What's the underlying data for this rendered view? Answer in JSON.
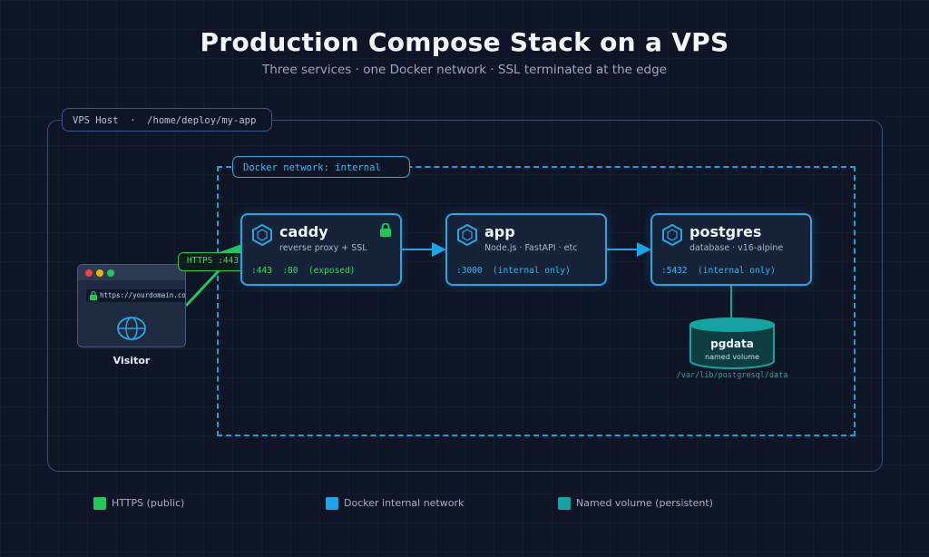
{
  "header": {
    "title": "Production Compose Stack on a VPS",
    "subtitle": "Three services · one Docker network · SSL terminated at the edge"
  },
  "host": {
    "label": "VPS Host  ·  /home/deploy/my-app"
  },
  "network": {
    "label": "Docker network: internal"
  },
  "visitor": {
    "url": "https://yourdomain.com",
    "label": "Visitor",
    "edge_label": "HTTPS :443"
  },
  "services": [
    {
      "name": "caddy",
      "description": "reverse proxy + SSL",
      "ports": ":443  :80  (exposed)",
      "icon": "hexagon-icon",
      "badge": "lock-icon"
    },
    {
      "name": "app",
      "description": "Node.js · FastAPI · etc",
      "ports": ":3000  (internal only)",
      "icon": "hexagon-icon"
    },
    {
      "name": "postgres",
      "description": "database · v16-alpine",
      "ports": ":5432  (internal only)",
      "icon": "hexagon-icon"
    }
  ],
  "volume": {
    "name": "pgdata",
    "subtitle": "named volume",
    "path": "/var/lib/postgresql/data"
  },
  "legend": [
    {
      "label": "HTTPS (public)",
      "color": "#22c55e"
    },
    {
      "label": "Docker internal network",
      "color": "#1ea3e6"
    },
    {
      "label": "Named volume (persistent)",
      "color": "#14a3a0"
    }
  ],
  "colors": {
    "background": "#0e1526",
    "public": "#22c55e",
    "internal": "#1ea3e6",
    "volume": "#14a3a0",
    "service_port_exposed": "#3ad66f",
    "service_port_internal": "#3bb6ec"
  }
}
